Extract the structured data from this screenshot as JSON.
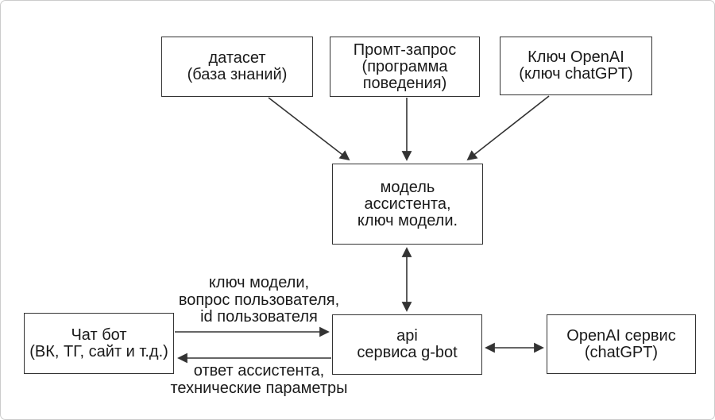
{
  "diagram": {
    "boxes": {
      "dataset": {
        "text": "датасет\n(база знаний)"
      },
      "prompt": {
        "text": "Промт-запрос\n(программа\nповедения)"
      },
      "openai_key": {
        "text": "Ключ OpenAI\n(ключ chatGPT)"
      },
      "model": {
        "text": "модель\nассистента,\nключ модели."
      },
      "chatbot": {
        "text": "Чат бот\n(ВК, ТГ, сайт и т.д.)"
      },
      "api": {
        "text": "api\nсервиса g-bot"
      },
      "openai_service": {
        "text": "OpenAI сервис\n(chatGPT)"
      }
    },
    "edge_labels": {
      "request": "ключ модели,\nвопрос пользователя,\nid пользователя",
      "response": "ответ ассистента,\nтехнические параметры"
    },
    "colors": {
      "line": "#333333",
      "text": "#1a1a1a",
      "background": "#ffffff",
      "frame_border": "#cccccc"
    }
  }
}
